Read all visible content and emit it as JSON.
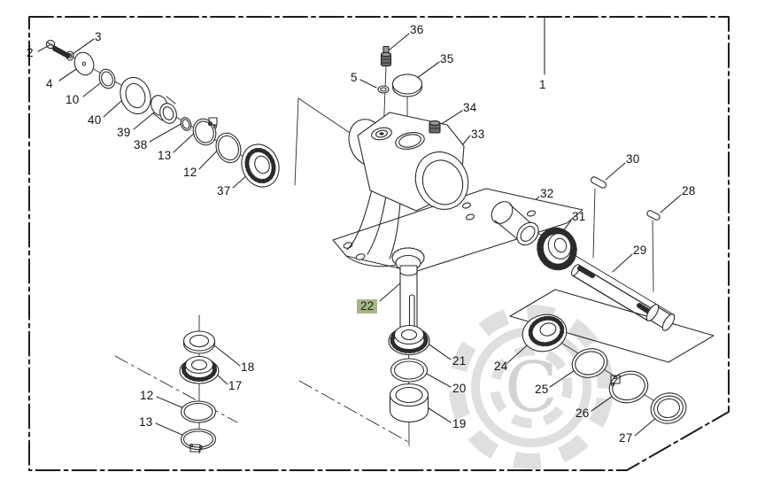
{
  "diagram": {
    "assembly_callout": "1",
    "selected_part": "22",
    "highlight_color": "#a6b588",
    "watermark_letter": "C",
    "callouts": {
      "c1": "1",
      "c2": "2",
      "c3": "3",
      "c4": "4",
      "c5": "5",
      "c10": "10",
      "c12a": "12",
      "c12b": "12",
      "c13a": "13",
      "c13b": "13",
      "c17": "17",
      "c18": "18",
      "c19": "19",
      "c20": "20",
      "c21": "21",
      "c22": "22",
      "c24": "24",
      "c25": "25",
      "c26": "26",
      "c27": "27",
      "c28": "28",
      "c29": "29",
      "c30": "30",
      "c31": "31",
      "c32": "32",
      "c33": "33",
      "c34": "34",
      "c35": "35",
      "c36": "36",
      "c37": "37",
      "c38": "38",
      "c39": "39",
      "c40": "40"
    }
  }
}
